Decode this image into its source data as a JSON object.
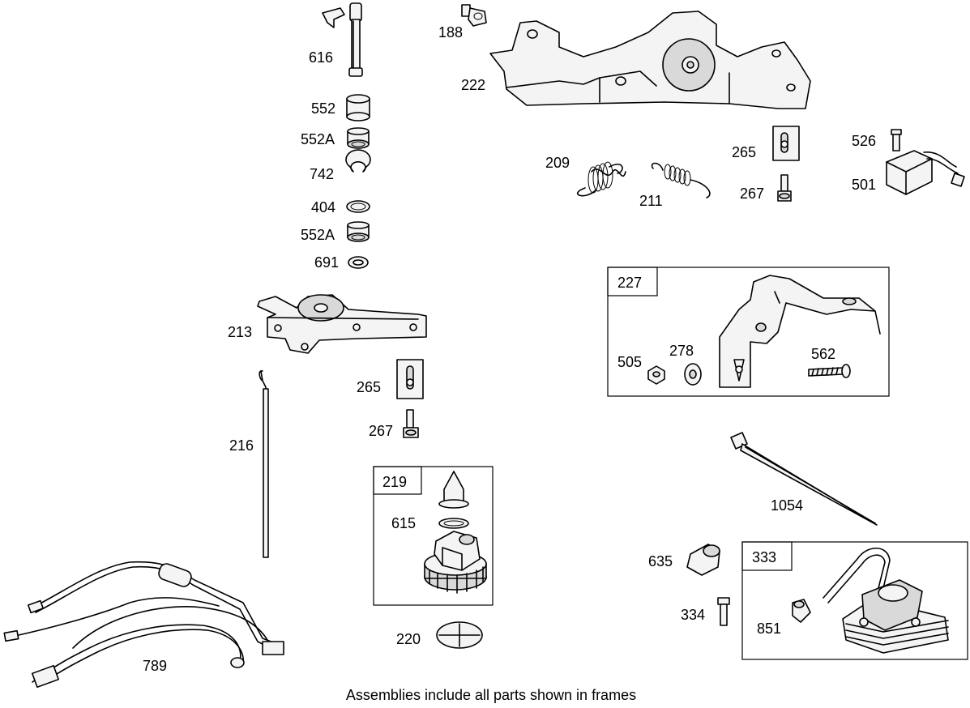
{
  "labels": {
    "616": "616",
    "552": "552",
    "552A_1": "552A",
    "742": "742",
    "404": "404",
    "552A_2": "552A",
    "691": "691",
    "188": "188",
    "222": "222",
    "209": "209",
    "211": "211",
    "265_top": "265",
    "267_top": "267",
    "526": "526",
    "501": "501",
    "213": "213",
    "265_mid": "265",
    "267_mid": "267",
    "216": "216",
    "219": "219",
    "615": "615",
    "220": "220",
    "789": "789",
    "227": "227",
    "505": "505",
    "278": "278",
    "562": "562",
    "1054": "1054",
    "635": "635",
    "334": "334",
    "333": "333",
    "851": "851"
  },
  "footer": "Assemblies include all parts shown in frames"
}
